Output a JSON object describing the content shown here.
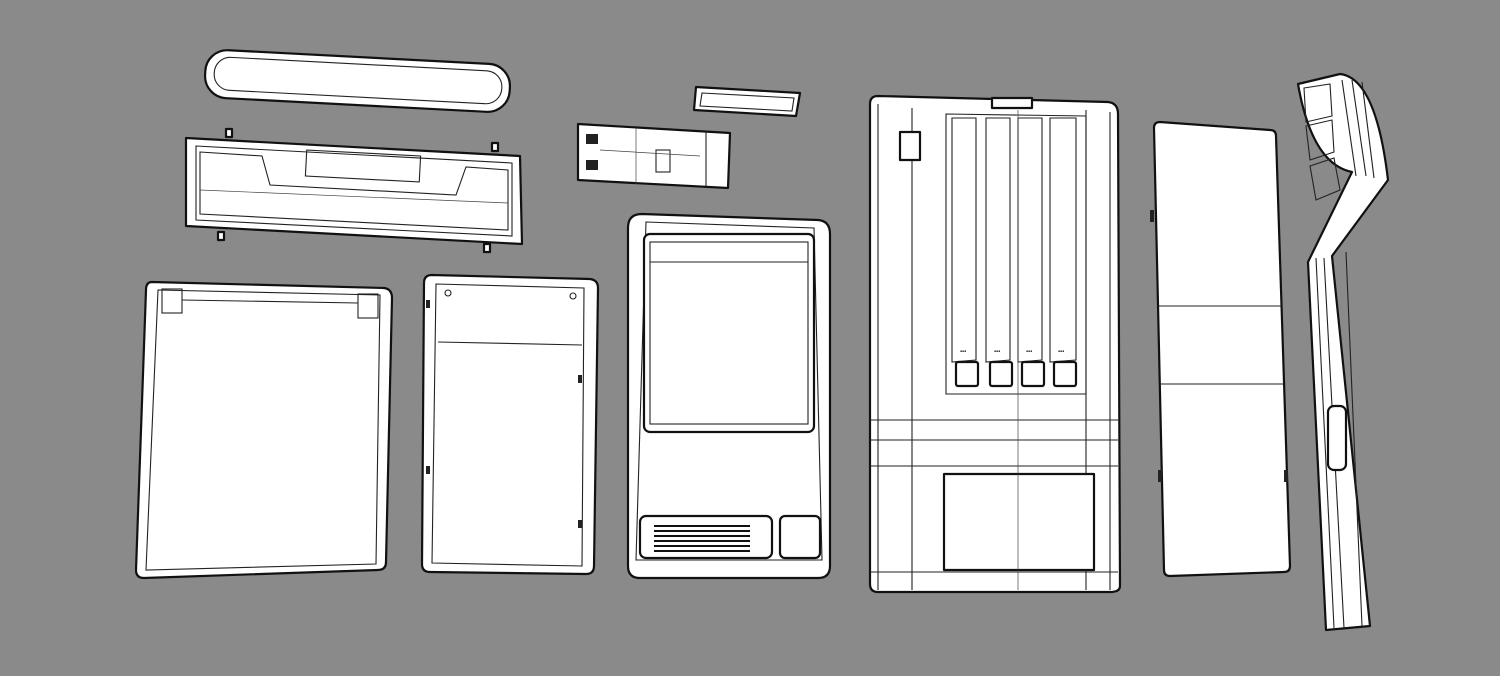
{
  "scene": {
    "background": "#8a8a8a",
    "line_color": "#111111",
    "fill_color": "#ffffff",
    "parts": [
      {
        "name": "handle-bar",
        "kind": "rounded bar"
      },
      {
        "name": "top-tray",
        "kind": "open tray with handle recess"
      },
      {
        "name": "small-cap",
        "kind": "end cap"
      },
      {
        "name": "hinge-plate",
        "kind": "hinged bracket"
      },
      {
        "name": "back-panel",
        "kind": "flat panel"
      },
      {
        "name": "side-door",
        "kind": "door panel"
      },
      {
        "name": "front-door",
        "kind": "door with window and vent grille"
      },
      {
        "name": "cabinet",
        "kind": "main enclosure with four slots"
      },
      {
        "name": "tall-side-panel",
        "kind": "three-section panel"
      },
      {
        "name": "support-leg",
        "kind": "angled leg"
      }
    ]
  }
}
